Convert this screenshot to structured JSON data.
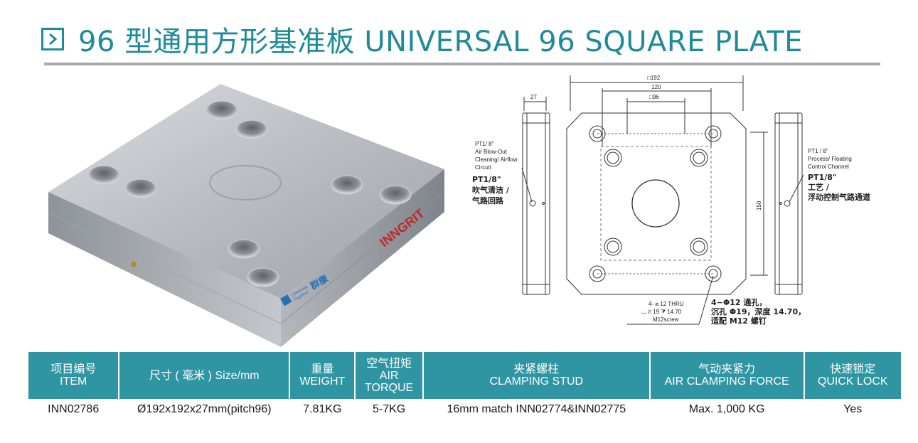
{
  "page": {
    "title": "96 型通用方形基准板  UNIVERSAL 96 SQUARE PLATE",
    "accent_color": "#1f8a9a",
    "header_bg": "#2f95a3",
    "icon": "chevron-right-box-icon"
  },
  "photo": {
    "brand": "INNGRIT",
    "badge_cn": "群康",
    "badge_en1": "Celebrate",
    "badge_en2": "Together"
  },
  "drawing": {
    "dim_outer": "□192",
    "dim_120": "120",
    "dim_inner": "□96",
    "dim_thickness": "27",
    "dim_150": "150",
    "left_note": [
      "PT1/ 8\"",
      "Air Blow-Out",
      "Cleaning/ Airflow",
      "Circuit"
    ],
    "left_note_cn": [
      "PT1/8\"",
      "吹气清洁 /",
      "气路回路"
    ],
    "right_note": [
      "PT1 / 8\"",
      "Process/ Floating",
      "Control Channel"
    ],
    "right_note_cn": [
      "PT1/8\"",
      "工艺 /",
      "浮动控制气路通道"
    ],
    "hole_note": [
      "4- ⌀ 12 THRU",
      "⌴ ⌀ 19 ⧩ 14.70",
      "M12screw"
    ],
    "hole_note_cn": [
      "4−Φ12 通孔，",
      "沉孔 Φ19，深度 14.70，",
      "适配 M12 螺钉"
    ]
  },
  "table": {
    "headers": [
      [
        "项目编号",
        "ITEM"
      ],
      [
        "尺寸 ( 毫米 ) Size/mm"
      ],
      [
        "重量",
        "WEIGHT"
      ],
      [
        "空气扭矩",
        "AIR",
        "TORQUE"
      ],
      [
        "夹紧螺柱",
        "CLAMPING STUD"
      ],
      [
        "气动夹紧力",
        "AIR CLAMPING FORCE"
      ],
      [
        "快速锁定",
        "QUICK LOCK"
      ]
    ],
    "row": [
      "INN02786",
      "Ø192x192x27mm(pitch96)",
      "7.81KG",
      "5-7KG",
      "16mm match INN02774&INN02775",
      "Max. 1,000 KG",
      "Yes"
    ]
  }
}
